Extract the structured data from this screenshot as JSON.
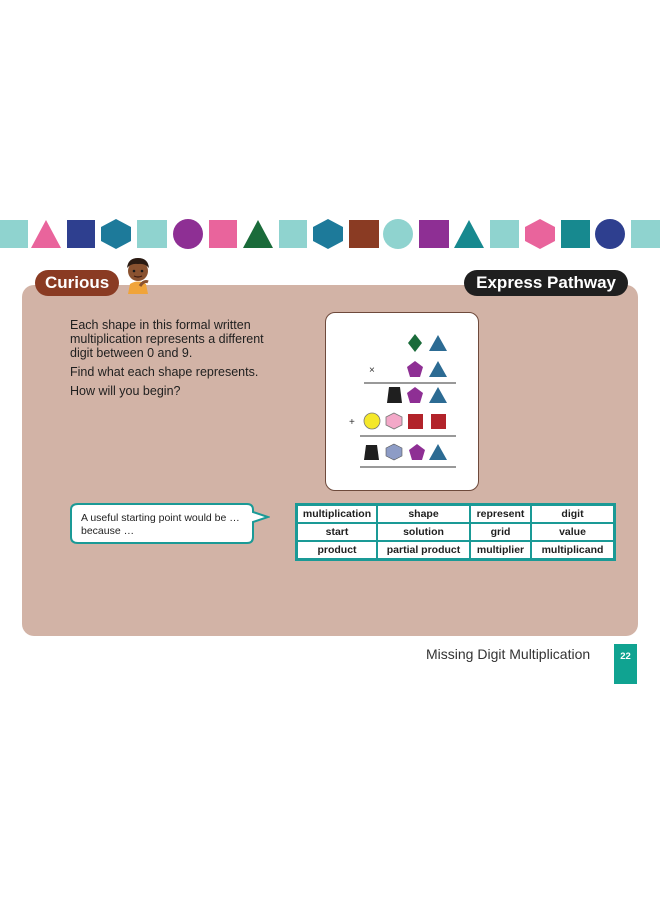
{
  "curious_label": "Curious",
  "pathway_label": "Express Pathway",
  "prompt": {
    "line1": "Each shape in this formal written multiplication represents a different digit between 0 and 9.",
    "line2": "Find what each shape represents.",
    "line3": "How will you begin?"
  },
  "puzzle": {
    "times_sign": "×",
    "plus_sign": "+"
  },
  "speech_bubble": "A useful starting point would be … because …",
  "vocabulary": [
    [
      "multiplication",
      "shape",
      "represent",
      "digit"
    ],
    [
      "start",
      "solution",
      "grid",
      "value"
    ],
    [
      "product",
      "partial product",
      "multiplier",
      "multiplicand"
    ]
  ],
  "footer": {
    "title": "Missing Digit Multiplication",
    "page": "22"
  },
  "colors": {
    "teal": "#1a9a96",
    "panel": "#d2b3a6",
    "tag_brown": "#8a3b23"
  }
}
